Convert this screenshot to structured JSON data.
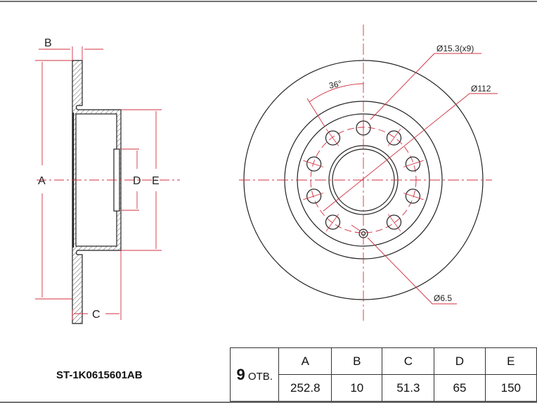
{
  "part_number": "ST-1K0615601AB",
  "holes": {
    "count": "9",
    "unit": "ОТВ."
  },
  "dimensions": {
    "headers": [
      "A",
      "B",
      "C",
      "D",
      "E"
    ],
    "values": [
      "252.8",
      "10",
      "51.3",
      "65",
      "150"
    ]
  },
  "side_view_labels": {
    "a": "A",
    "b": "B",
    "c": "C",
    "d": "D",
    "e": "E"
  },
  "front_view_labels": {
    "bolt_hole": "Ø15.3(x9)",
    "pcd": "Ø112",
    "angle": "36°",
    "small_hole": "Ø6.5"
  },
  "colors": {
    "line": "#222222",
    "dimension": "#d0303f"
  }
}
